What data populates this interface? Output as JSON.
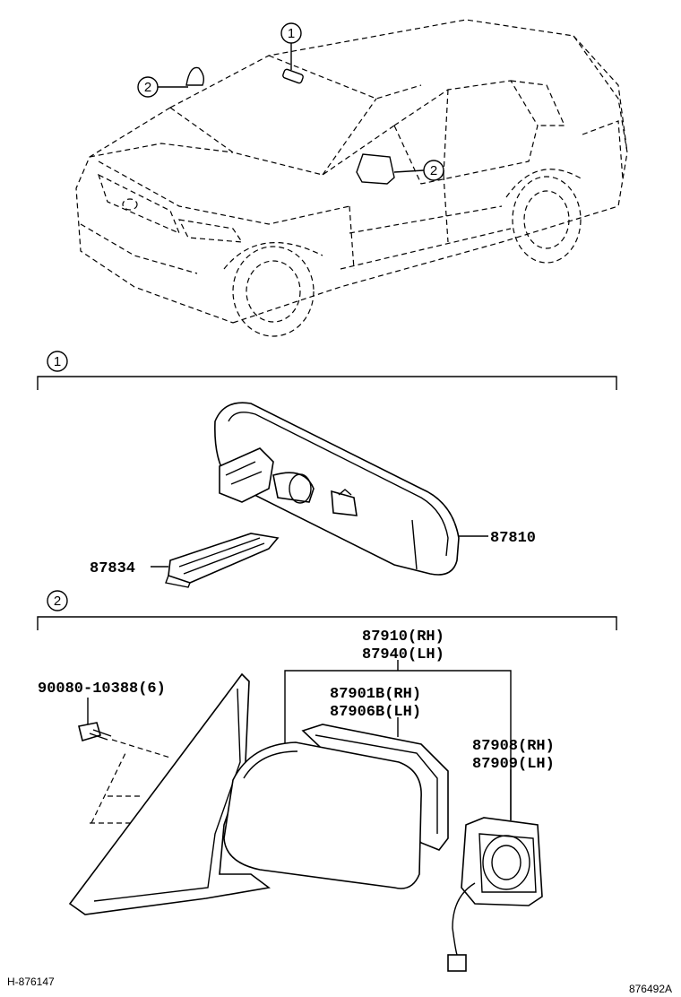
{
  "callouts": {
    "c1": "1",
    "c2": "2",
    "c2b": "2",
    "section1": "1",
    "section2": "2"
  },
  "parts": {
    "p87810": "87810",
    "p87834": "87834",
    "p87910": "87910(RH)",
    "p87940": "87940(LH)",
    "p90080": "90080-10388(6)",
    "p87901b": "87901B(RH)",
    "p87906b": "87906B(LH)",
    "p87908": "87908(RH)",
    "p87909": "87909(LH)"
  },
  "footer": {
    "left_code": "H-876147",
    "right_code": "876492A"
  }
}
